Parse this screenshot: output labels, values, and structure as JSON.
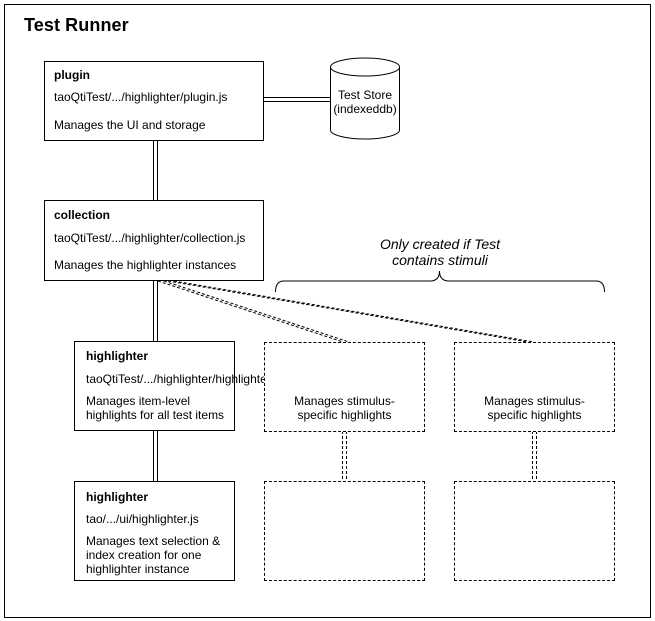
{
  "title": "Test Runner",
  "plugin": {
    "heading": "plugin",
    "path": "taoQtiTest/.../highlighter/plugin.js",
    "description": "Manages the UI and storage"
  },
  "store": {
    "line1": "Test Store",
    "line2": "(indexeddb)"
  },
  "collection": {
    "heading": "collection",
    "path": "taoQtiTest/.../highlighter/collection.js",
    "description": "Manages the highlighter instances"
  },
  "note": {
    "line1": "Only created if Test",
    "line2": "contains stimuli"
  },
  "item_highlighter": {
    "heading": "highlighter",
    "path": "taoQtiTest/.../highlighter/highlighter.js",
    "desc_line1": "Manages item-level",
    "desc_line2": "highlights for all test items"
  },
  "stimulus_left": {
    "line1": "Manages stimulus-",
    "line2": "specific highlights"
  },
  "stimulus_right": {
    "line1": "Manages stimulus-",
    "line2": "specific highlights"
  },
  "ui_highlighter": {
    "heading": "highlighter",
    "path": "tao/.../ui/highlighter.js",
    "desc_line1": "Manages text selection &",
    "desc_line2": "index creation for one",
    "desc_line3": "highlighter instance"
  }
}
